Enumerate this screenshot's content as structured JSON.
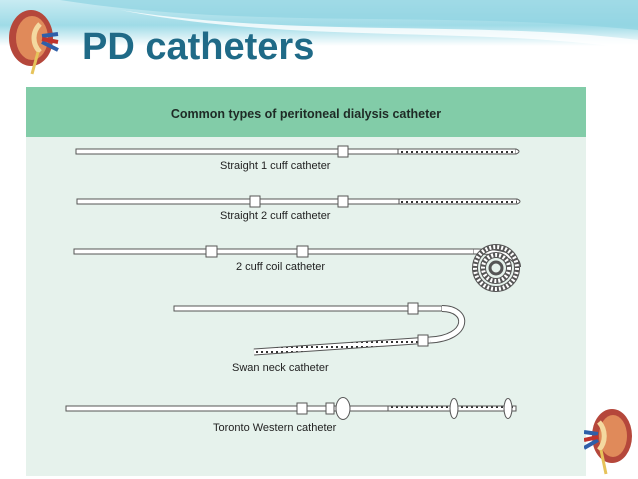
{
  "slide": {
    "title": "PD catheters"
  },
  "figure": {
    "heading": "Common types of peritoneal dialysis catheter",
    "catheters": [
      {
        "label": "Straight 1 cuff catheter"
      },
      {
        "label": "Straight 2 cuff catheter"
      },
      {
        "label": "2 cuff coil catheter"
      },
      {
        "label": "Swan neck catheter"
      },
      {
        "label": "Toronto Western catheter"
      }
    ]
  },
  "colors": {
    "title": "#1f6a87",
    "panel_bg": "#e6f2ec",
    "header_bg": "#82cca8",
    "outline": "#555555"
  },
  "icons": [
    "kidney-icon",
    "kidney-icon"
  ]
}
